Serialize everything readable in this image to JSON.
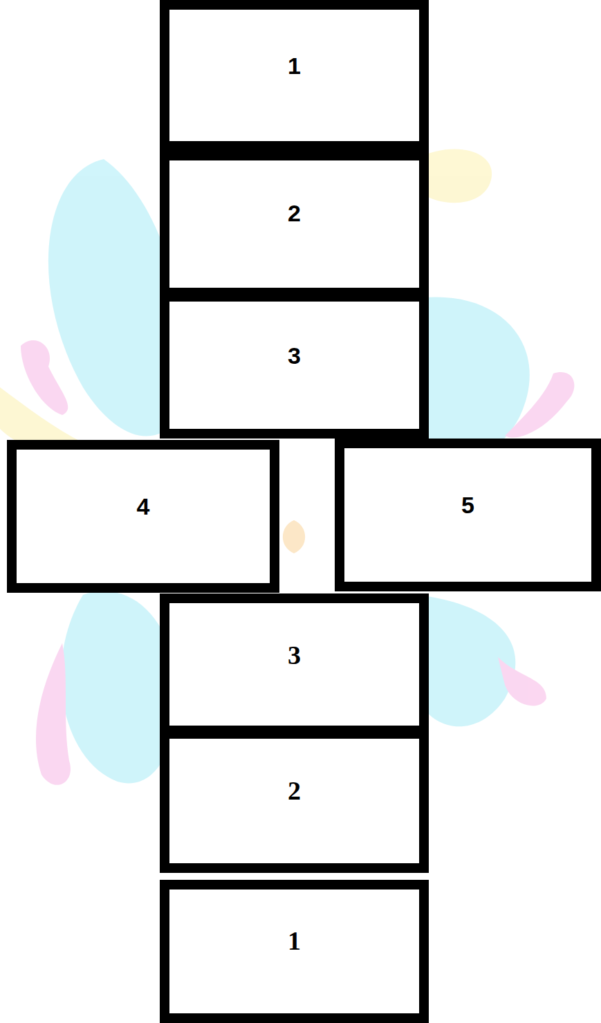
{
  "diagram": {
    "nodes": [
      {
        "text": [
          "1"
        ]
      },
      {
        "text": [
          "2"
        ]
      },
      {
        "text": [
          "3"
        ]
      },
      {
        "text": [
          "4"
        ]
      },
      {
        "text": [
          "5"
        ]
      },
      {
        "text": [
          "3"
        ]
      },
      {
        "text": [
          "2"
        ]
      },
      {
        "text": [
          "1"
        ]
      }
    ]
  }
}
